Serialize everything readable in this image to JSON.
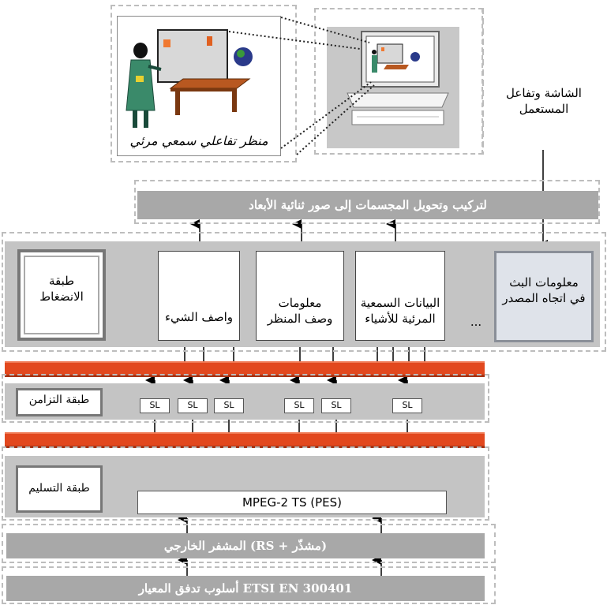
{
  "scene": {
    "caption": "منظر تفاعلي سمعي مرئي"
  },
  "display": {
    "label_line1": "الشاشة وتفاعل",
    "label_line2": "المستعمل"
  },
  "composition": {
    "title": "لتركيب وتحويل المجسمات إلى صور ثنائية الأبعاد"
  },
  "compression": {
    "layer_label_line1": "طبقة",
    "layer_label_line2": "الانضغاط",
    "object_descriptor": "واصف الشيء",
    "scene_desc_line1": "معلومات",
    "scene_desc_line2": "وصف المنظر",
    "av_data_line1": "البيانات السمعية",
    "av_data_line2": "المرئية للأشياء",
    "ellipsis": "...",
    "upstream_line1": "معلومات البث",
    "upstream_line2": "في اتجاه المصدر"
  },
  "sync": {
    "layer_label": "طبقة التزامن",
    "sl_label": "SL"
  },
  "delivery": {
    "layer_label": "طبقة التسليم",
    "mux_label": "MPEG-2 TS (PES)"
  },
  "encoder": {
    "title": "المشفر الخارجي (RS + مشذّر)"
  },
  "standard": {
    "title": "أسلوب تدفق المعيار ETSI EN 300401"
  }
}
